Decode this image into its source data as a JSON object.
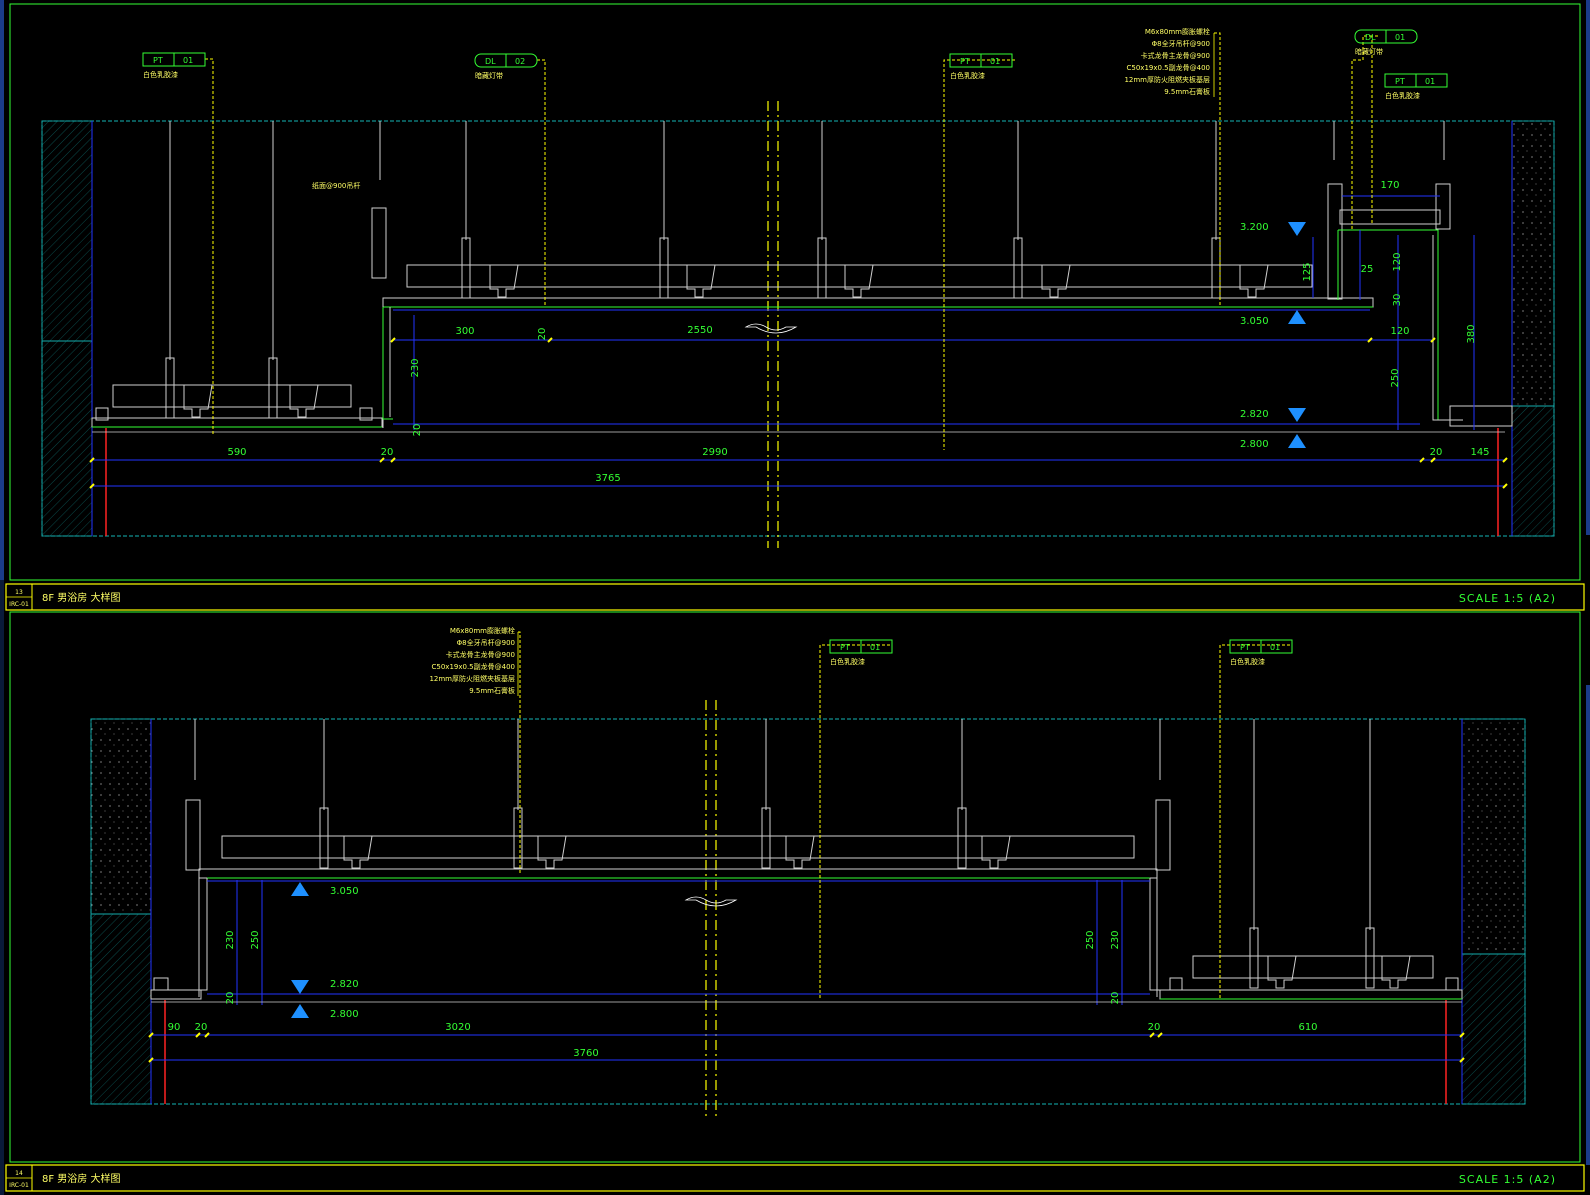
{
  "drawings": [
    {
      "number": "13",
      "sheet": "IRC-01",
      "title": "8F 男浴房 大样图",
      "scale": "SCALE 1:5 (A2)",
      "tags": [
        {
          "code": "PT",
          "num": "01",
          "text": "白色乳胶漆"
        },
        {
          "code": "DL",
          "num": "02",
          "text": "暗藏灯带"
        },
        {
          "code": "PT",
          "num": "01",
          "text": "白色乳胶漆"
        },
        {
          "code": "DL",
          "num": "01",
          "text": "暗藏灯带"
        },
        {
          "code": "PT",
          "num": "01",
          "text": "白色乳胶漆"
        }
      ],
      "spec_notes": [
        "M6x80mm膨胀螺栓",
        "Φ8全牙吊杆@900",
        "卡式龙骨主龙骨@900",
        "C50x19x0.5副龙骨@400",
        "12mm厚防火阻燃夹板基层",
        "9.5mm石膏板"
      ],
      "side_note": "纸面@900吊杆",
      "levels": [
        "3.200",
        "3.050",
        "2.820",
        "2.800"
      ],
      "dims": [
        "300",
        "20",
        "2550",
        "230",
        "20",
        "590",
        "20",
        "2990",
        "20",
        "145",
        "3765",
        "170",
        "125",
        "25",
        "120",
        "30",
        "120",
        "250",
        "380"
      ]
    },
    {
      "number": "14",
      "sheet": "IRC-01",
      "title": "8F 男浴房 大样图",
      "scale": "SCALE 1:5 (A2)",
      "tags": [
        {
          "code": "PT",
          "num": "01",
          "text": "白色乳胶漆"
        },
        {
          "code": "PT",
          "num": "01",
          "text": "白色乳胶漆"
        }
      ],
      "spec_notes": [
        "M6x80mm膨胀螺栓",
        "Φ8全牙吊杆@900",
        "卡式龙骨主龙骨@900",
        "C50x19x0.5副龙骨@400",
        "12mm厚防火阻燃夹板基层",
        "9.5mm石膏板"
      ],
      "levels": [
        "3.050",
        "2.820",
        "2.800"
      ],
      "dims": [
        "230",
        "250",
        "20",
        "90",
        "20",
        "3020",
        "20",
        "610",
        "3760",
        "250",
        "230",
        "20"
      ]
    }
  ],
  "colors": {
    "background": "#000000",
    "frame": "#33ff33",
    "leader": "#ffff00",
    "dimension": "#2233ff",
    "hatch": "#14b4b4",
    "level_marker": "#1e90ff",
    "wall": "#ff2222",
    "section": "#ffffff"
  }
}
